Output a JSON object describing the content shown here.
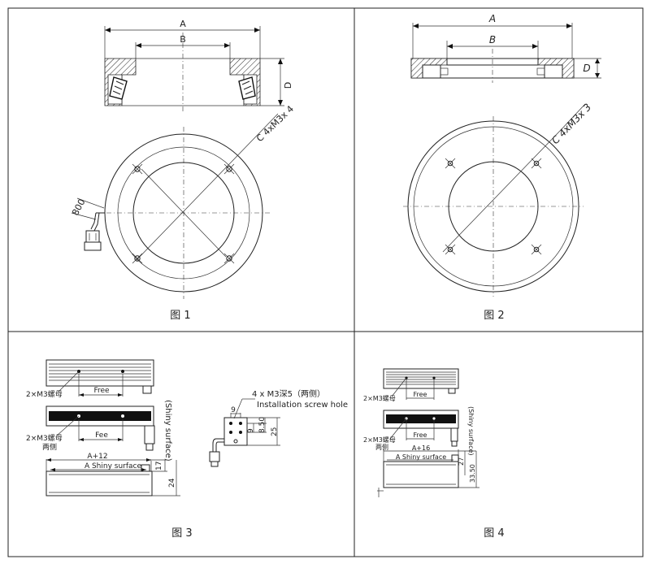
{
  "figures": [
    {
      "caption": "图 1",
      "dim_a": "A",
      "dim_b": "B",
      "dim_d": "D",
      "cable_length": "800",
      "thread_spec": "C 4xM3x 4"
    },
    {
      "caption": "图 2",
      "dim_a": "A",
      "dim_b": "B",
      "dim_d": "D",
      "thread_spec": "C 4xM3x 3"
    },
    {
      "caption": "图 3",
      "nut_label_1": "2×M3螺母",
      "free_label_1": "Free",
      "nut_label_2": "2×M3螺母",
      "nut_sub_2": "两侧",
      "free_label_2": "Fee",
      "shiny_vertical": "(Shiny surface)",
      "dim_a12": "A+12",
      "shiny_label": "A Shiny surface",
      "dim_17": "17",
      "dim_24": "24",
      "screw_spec": "4 x  M3深5（两侧）",
      "screw_desc": "Installation screw hole",
      "dim_9a": "9",
      "dim_9b": "9",
      "dim_850": "8.50",
      "dim_25": "25"
    },
    {
      "caption": "图 4",
      "nut_label_1": "2×M3螺母",
      "free_label_1": "Free",
      "nut_label_2": "2×M3螺母",
      "nut_sub_2": "两侧",
      "free_label_2": "Free",
      "shiny_vertical": "(Shiny surface)",
      "dim_a16": "A+16",
      "shiny_label": "A Shiny surface",
      "dim_27": "27",
      "dim_3350": "33.50"
    }
  ]
}
